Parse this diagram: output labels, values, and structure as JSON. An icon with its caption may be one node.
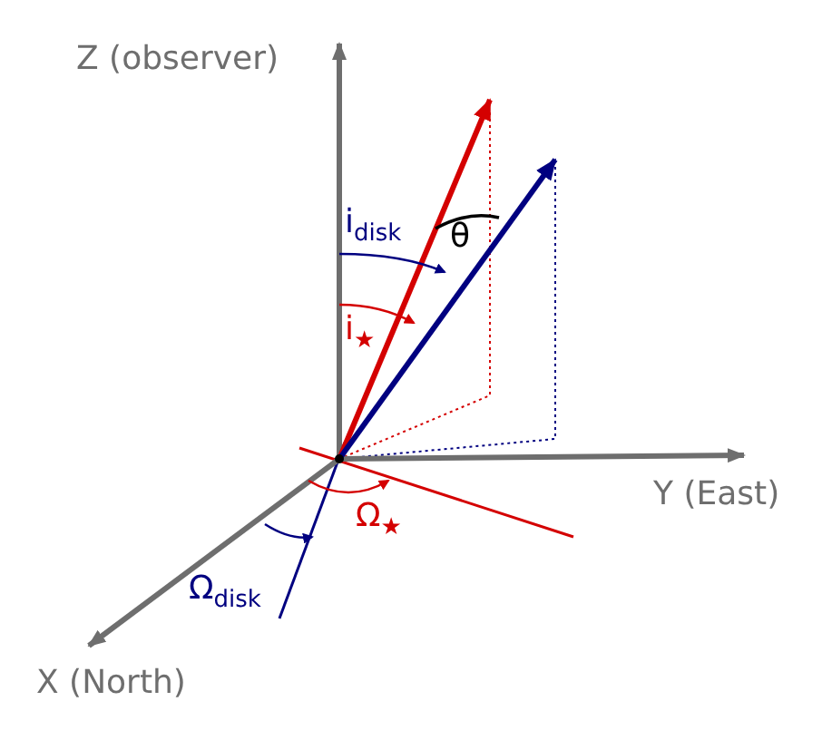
{
  "diagram": {
    "labels": [
      "Z (observer)",
      "Y (East)",
      "X (North)",
      "i$_{disk}$",
      "i$_{★}$",
      "θ",
      "Ω$_{★}$",
      "Ω$_{disk}$"
    ]
  }
}
